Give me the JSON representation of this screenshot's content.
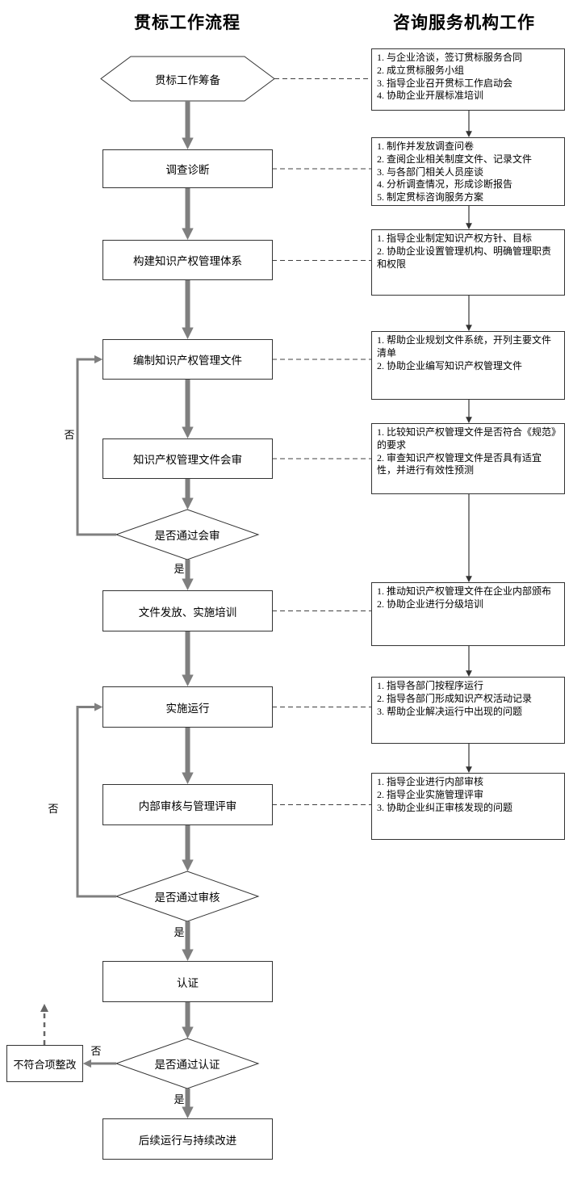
{
  "page": {
    "left_header": "贯标工作流程",
    "right_header": "咨询服务机构工作"
  },
  "flow": {
    "prepare": "贯标工作筹备",
    "survey": "调查诊断",
    "build_system": "构建知识产权管理体系",
    "draft_docs": "编制知识产权管理文件",
    "doc_review": "知识产权管理文件会审",
    "review_decision": "是否通过会审",
    "issue_training": "文件发放、实施培训",
    "implementation": "实施运行",
    "internal_audit": "内部审核与管理评审",
    "audit_decision": "是否通过审核",
    "certification": "认证",
    "cert_decision": "是否通过认证",
    "continuous_improve": "后续运行与持续改进",
    "rectification": "不符合项整改",
    "label_yes": "是",
    "label_no": "否"
  },
  "consult": {
    "boxes": [
      {
        "items": [
          "1. 与企业洽谈，签订贯标服务合同",
          "2. 成立贯标服务小组",
          "3. 指导企业召开贯标工作启动会",
          "4. 协助企业开展标准培训"
        ]
      },
      {
        "items": [
          "1. 制作并发放调查问卷",
          "2. 查阅企业相关制度文件、记录文件",
          "3. 与各部门相关人员座谈",
          "4. 分析调查情况，形成诊断报告",
          "5. 制定贯标咨询服务方案"
        ]
      },
      {
        "items": [
          "1. 指导企业制定知识产权方针、目标",
          "2. 协助企业设置管理机构、明确管理职责和权限"
        ]
      },
      {
        "items": [
          "1. 帮助企业规划文件系统，开列主要文件清单",
          "2. 协助企业编写知识产权管理文件"
        ]
      },
      {
        "items": [
          "1. 比较知识产权管理文件是否符合《规范》的要求",
          "2. 审查知识产权管理文件是否具有适宜性，并进行有效性预测"
        ]
      },
      {
        "items": [
          "1. 推动知识产权管理文件在企业内部颁布",
          "2. 协助企业进行分级培训"
        ]
      },
      {
        "items": [
          "1. 指导各部门按程序运行",
          "2. 指导各部门形成知识产权活动记录",
          "3. 帮助企业解决运行中出现的问题"
        ]
      },
      {
        "items": [
          "1. 指导企业进行内部审核",
          "2. 指导企业实施管理评审",
          "3. 协助企业纠正审核发现的问题"
        ]
      }
    ]
  },
  "colors": {
    "thick_arrow": "#7f7f7f",
    "border": "#333333",
    "thin_line": "#404040",
    "background": "#ffffff"
  }
}
